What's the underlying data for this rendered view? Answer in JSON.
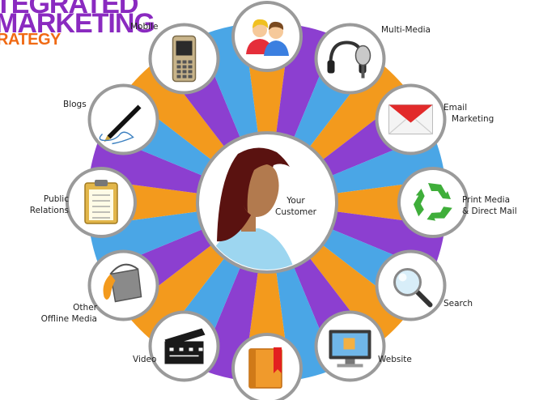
{
  "title": {
    "line1": "TEGRATED",
    "line2": "MARKETING",
    "line3": "RATEGY"
  },
  "center": {
    "label": "Your\nCustomer"
  },
  "channels": [
    {
      "id": "customers",
      "label": "",
      "icon": "people-icon"
    },
    {
      "id": "multimedia",
      "label": "Multi-Media",
      "icon": "headphones-microphone-icon"
    },
    {
      "id": "email",
      "label": "Email\n   Marketing",
      "icon": "envelope-icon"
    },
    {
      "id": "print",
      "label": "Print Media\n& Direct Mail",
      "icon": "recycle-icon"
    },
    {
      "id": "search",
      "label": "Search",
      "icon": "magnifier-icon"
    },
    {
      "id": "website",
      "label": "Website",
      "icon": "monitor-icon"
    },
    {
      "id": "book",
      "label": "",
      "icon": "book-icon"
    },
    {
      "id": "video",
      "label": "Video",
      "icon": "clapperboard-icon"
    },
    {
      "id": "offline",
      "label": "Other\nOffline Media",
      "icon": "paint-bucket-icon"
    },
    {
      "id": "pr",
      "label": "Public\nRelations",
      "icon": "clipboard-icon"
    },
    {
      "id": "blogs",
      "label": "Blogs",
      "icon": "pen-icon"
    },
    {
      "id": "mobile",
      "label": "Mobile",
      "icon": "mobile-phone-icon"
    }
  ],
  "colors": {
    "orange": "#f39a1d",
    "purple": "#8c3fd0",
    "blue": "#4aa6e6",
    "ring": "#9a9a9a",
    "title_purple": "#8a2ac0",
    "title_orange": "#f06a14"
  }
}
